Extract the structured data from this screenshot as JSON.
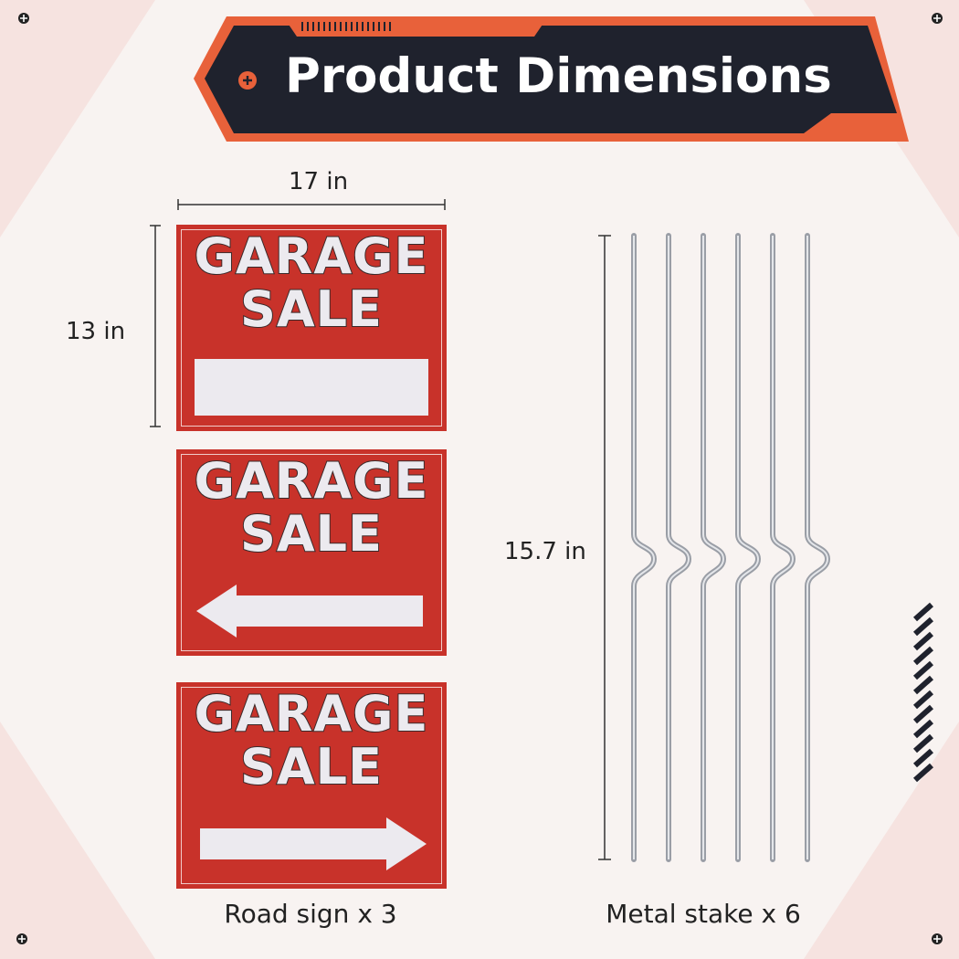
{
  "title": "Product Dimensions",
  "colors": {
    "accent": "#e8613a",
    "banner": "#1f222d",
    "sign_red": "#c8322a",
    "sign_white": "#eceaef",
    "background": "#f5e6e3"
  },
  "dimensions": {
    "sign_width": "17 in",
    "sign_height": "13 in",
    "stake_height": "15.7 in"
  },
  "signs": [
    {
      "line1": "GARAGE",
      "line2": "SALE",
      "marker": "blank-panel"
    },
    {
      "line1": "GARAGE",
      "line2": "SALE",
      "marker": "arrow-left-icon"
    },
    {
      "line1": "GARAGE",
      "line2": "SALE",
      "marker": "arrow-right-icon"
    }
  ],
  "captions": {
    "road_sign": "Road sign x 3",
    "metal_stake": "Metal stake x 6"
  }
}
